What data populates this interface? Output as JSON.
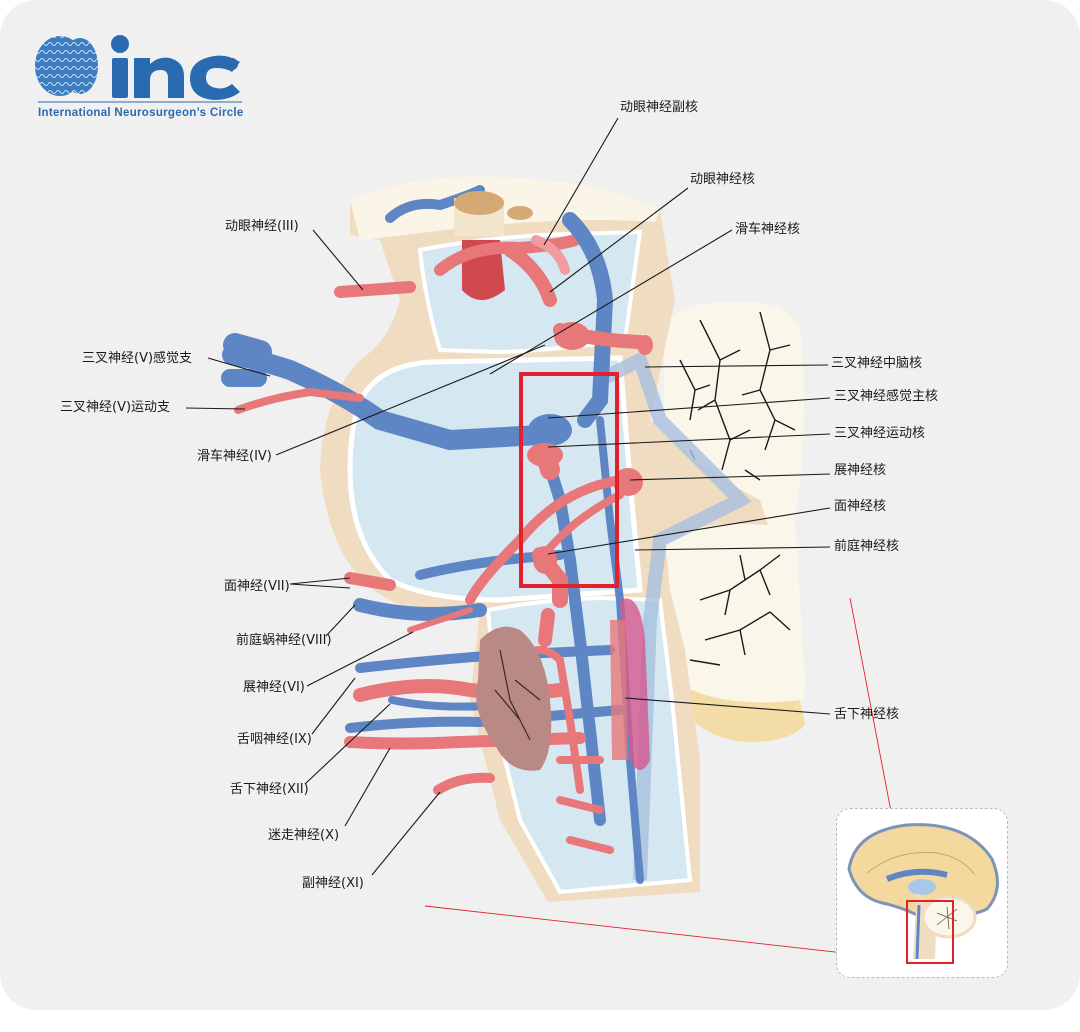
{
  "logo": {
    "wordmark": "inc",
    "tagline": "International  Neurosurgeon’s  Circle"
  },
  "labels_right": {
    "oculomotor_accessory_nucleus": "动眼神经副核",
    "oculomotor_nucleus": "动眼神经核",
    "trochlear_nucleus": "滑车神经核",
    "trigeminal_mesencephalic_nucleus": "三叉神经中脑核",
    "trigeminal_principal_sensory_nucleus": "三叉神经感觉主核",
    "trigeminal_motor_nucleus": "三叉神经运动核",
    "abducens_nucleus": "展神经核",
    "facial_nucleus": "面神经核",
    "vestibular_nucleus": "前庭神经核",
    "hypoglossal_nucleus": "舌下神经核"
  },
  "labels_left": {
    "oculomotor_nerve": "动眼神经(III)",
    "trigeminal_sensory_branch": "三叉神经(V)感觉支",
    "trigeminal_motor_branch": "三叉神经(V)运动支",
    "trochlear_nerve": "滑车神经(IV)",
    "facial_nerve": "面神经(VII)",
    "vestibulocochlear_nerve": "前庭蜗神经(VIII)",
    "abducens_nerve": "展神经(VI)",
    "glossopharyngeal_nerve": "舌咽神经(IX)",
    "hypoglossal_nerve": "舌下神经(XII)",
    "vagus_nerve": "迷走神经(X)",
    "accessory_nerve": "副神经(XI)"
  },
  "colors": {
    "background": "#f0f0f1",
    "brainstem_tissue": "#f0dcc0",
    "ventricle": "#d5e8f1",
    "sensory_blue": "#5f86c4",
    "motor_red": "#e8777a",
    "cerebellum": "#fbf6ea",
    "highlight_box": "#e3212b",
    "logo_blue": "#2a6ab0"
  },
  "icons": {
    "logo_mark": "brain-logo-icon"
  }
}
